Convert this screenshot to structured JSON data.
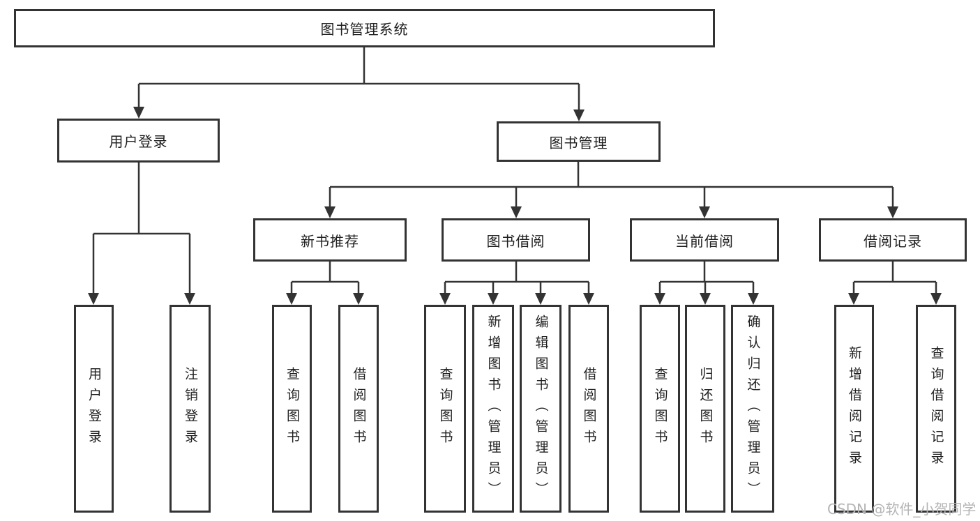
{
  "colors": {
    "line": "#333333",
    "box_border": "#333333",
    "text": "#1f1f1f",
    "watermark": "#b4b4b4",
    "background": "#ffffff"
  },
  "diagram": {
    "root": {
      "label": "图书管理系统"
    },
    "level2": [
      {
        "label": "用户登录",
        "children": [
          "用户登录",
          "注销登录"
        ]
      },
      {
        "label": "图书管理",
        "modules": [
          {
            "label": "新书推荐",
            "children": [
              "查询图书",
              "借阅图书"
            ]
          },
          {
            "label": "图书借阅",
            "children": [
              "查询图书",
              "新增图书（管理员）",
              "编辑图书（管理员）",
              "借阅图书"
            ]
          },
          {
            "label": "当前借阅",
            "children": [
              "查询图书",
              "归还图书",
              "确认归还（管理员）"
            ]
          },
          {
            "label": "借阅记录",
            "children": [
              "新增借阅记录",
              "查询借阅记录"
            ]
          }
        ]
      }
    ]
  },
  "watermark": {
    "text": "CSDN @软件_小贺同学"
  }
}
